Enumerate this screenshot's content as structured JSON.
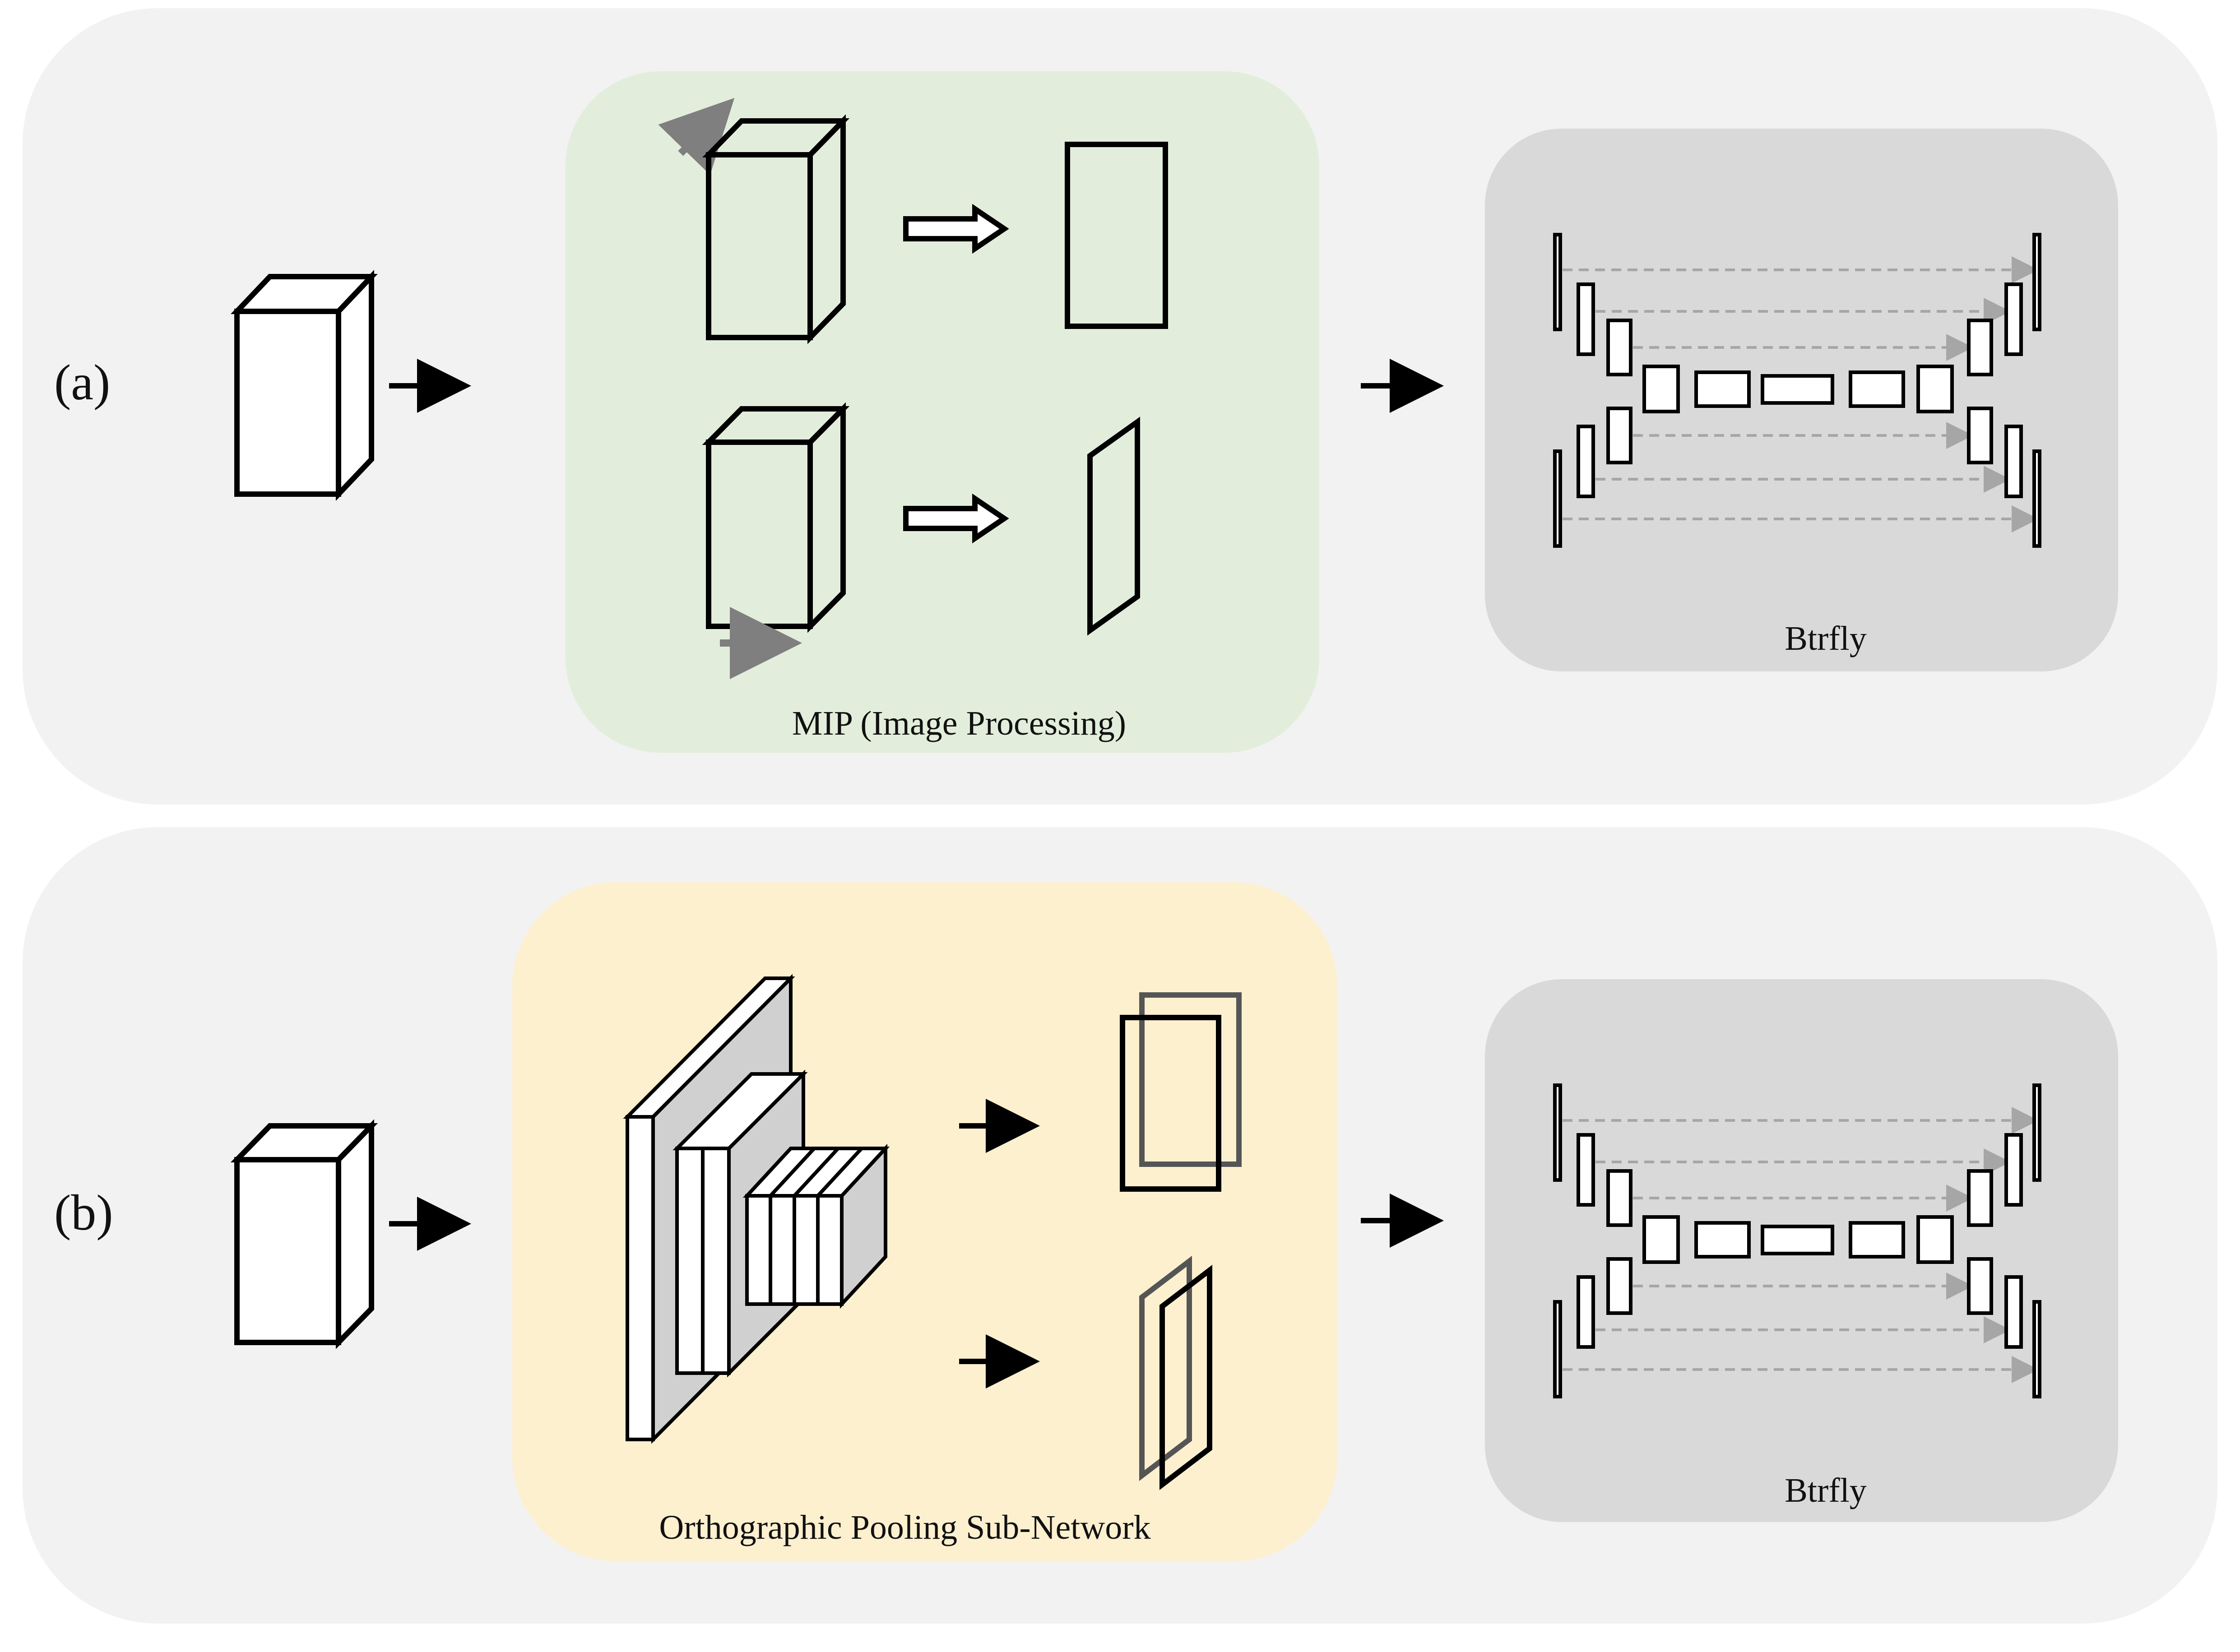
{
  "panels": [
    {
      "label": "(a)",
      "processing": {
        "caption": "MIP (Image Processing)",
        "bg_color": "#e2eedb"
      },
      "network": {
        "caption": "Btrfly",
        "bg_color": "#d9d9d9"
      }
    },
    {
      "label": "(b)",
      "processing": {
        "caption": "Orthographic Pooling Sub-Network",
        "bg_color": "#fdf0cf"
      },
      "network": {
        "caption": "Btrfly",
        "bg_color": "#d9d9d9"
      }
    }
  ],
  "colors": {
    "panel_bg": "#f2f2f2",
    "stroke": "#000000",
    "projection_arrow": "#7f7f7f",
    "skip_connection": "#a6a6a6",
    "feature_map_side": "#d0d0d0",
    "overlay_outline": "#555555"
  },
  "icons": [
    "volume-cube-icon",
    "arrow-right-icon",
    "hollow-arrow-icon",
    "projection-direction-icon",
    "projection-plane-icon",
    "feature-map-stack-icon",
    "encoder-decoder-icon"
  ]
}
